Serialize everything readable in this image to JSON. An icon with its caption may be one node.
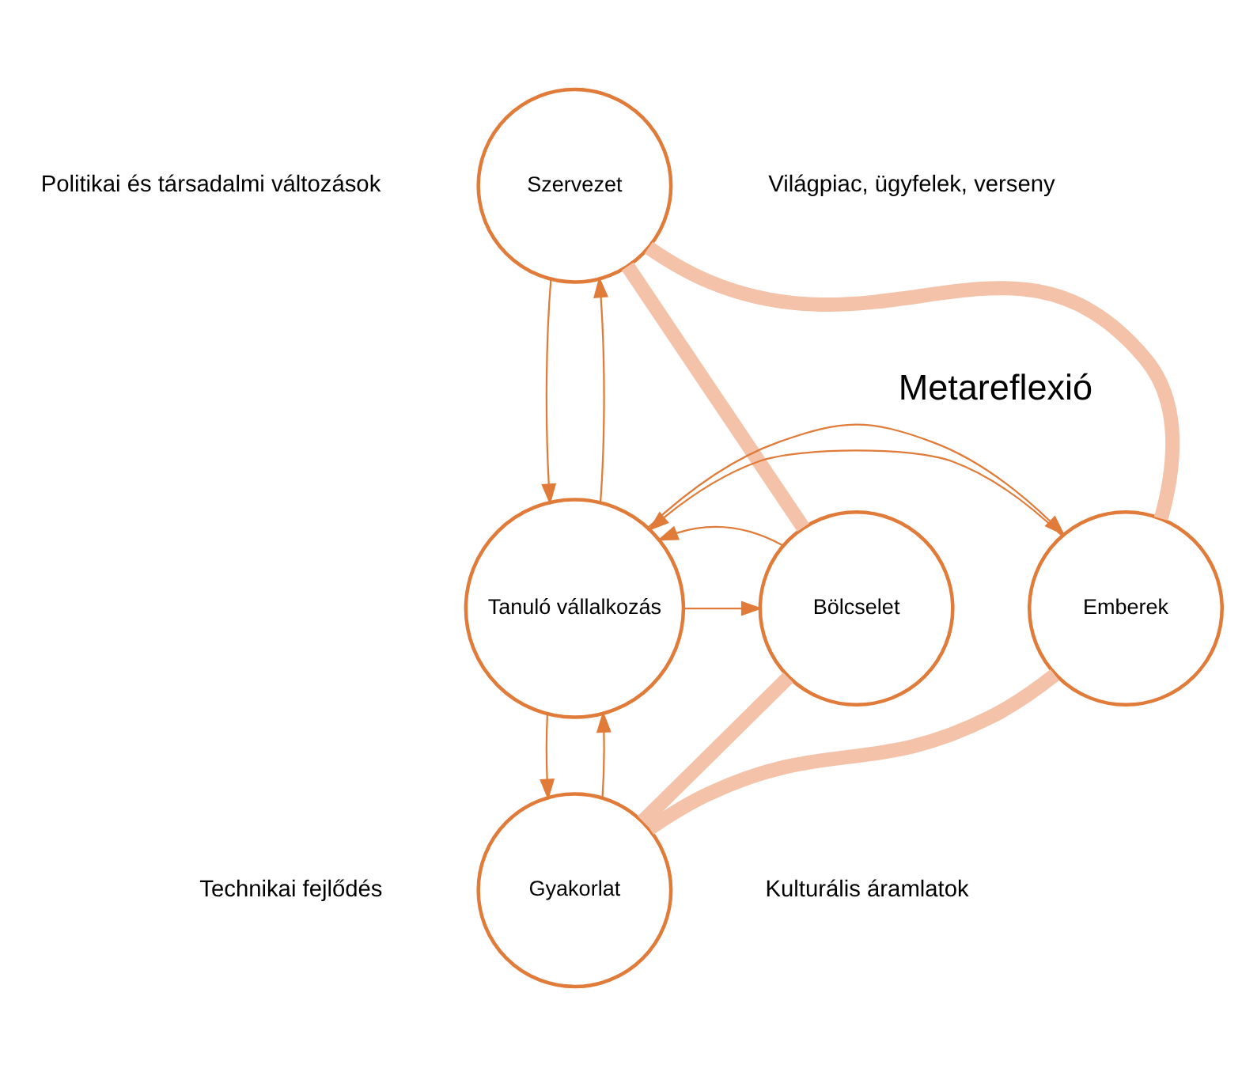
{
  "diagram": {
    "nodes": [
      {
        "text": [
          "Szervezet"
        ]
      },
      {
        "text": [
          "Emberek"
        ]
      },
      {
        "text": [
          "Tanuló vállalkozás"
        ]
      },
      {
        "text": [
          "Bölcselet"
        ]
      },
      {
        "text": [
          "Gyakorlat"
        ]
      }
    ],
    "edges": [
      {
        "from": 0,
        "to": 3,
        "arrow": "none",
        "style": "thick",
        "color": "#f4c2a8"
      },
      {
        "from": 3,
        "to": 4,
        "arrow": "none",
        "style": "thick",
        "color": "#f4c2a8"
      },
      {
        "from": 4,
        "to": 1,
        "arrow": "none",
        "style": "thick",
        "color": "#f4c2a8"
      },
      {
        "from": 1,
        "to": 0,
        "arrow": "none",
        "style": "thick",
        "color": "#f4c2a8"
      },
      {
        "from": 2,
        "to": 0,
        "arrow": "to"
      },
      {
        "from": 0,
        "to": 2,
        "arrow": "to"
      },
      {
        "from": 1,
        "to": 2,
        "arrow": "to"
      },
      {
        "from": 2,
        "to": 1,
        "arrow": "to"
      },
      {
        "from": 2,
        "to": 3,
        "arrow": "to"
      },
      {
        "from": 3,
        "to": 2,
        "arrow": "to"
      },
      {
        "from": 4,
        "to": 2,
        "arrow": "to"
      },
      {
        "from": 2,
        "to": 4,
        "arrow": "to"
      }
    ],
    "labels": [
      "Politikai és társadalmi változások",
      "Világpiac, ügyfelek, verseny",
      "Metareflexió",
      "Technikai fejlődés",
      "Kulturális áramlatok"
    ]
  }
}
